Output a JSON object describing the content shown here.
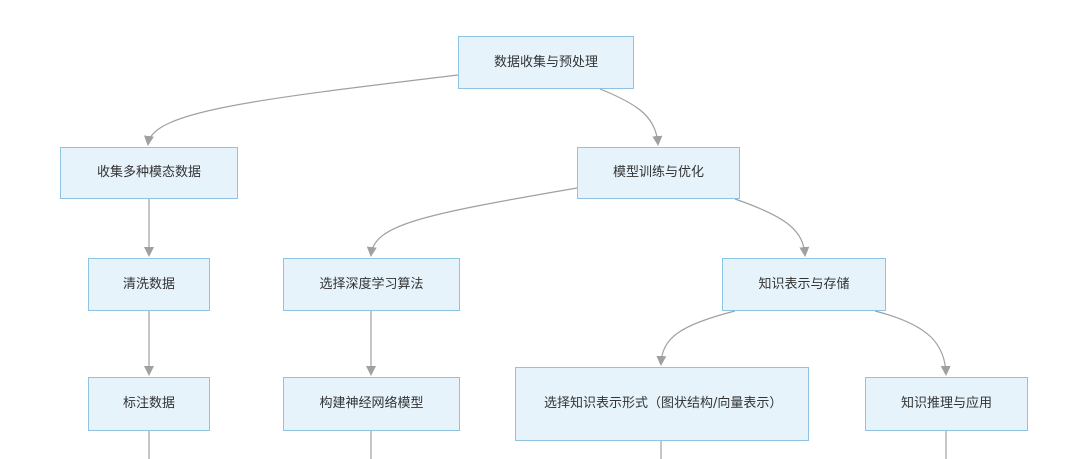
{
  "diagram": {
    "nodes": {
      "root": "数据收集与预处理",
      "collect": "收集多种模态数据",
      "train": "模型训练与优化",
      "clean": "清洗数据",
      "algo": "选择深度学习算法",
      "repr": "知识表示与存储",
      "label": "标注数据",
      "build": "构建神经网络模型",
      "form": "选择知识表示形式（图状结构/向量表示）",
      "infer": "知识推理与应用"
    },
    "edges": [
      {
        "from": "root",
        "to": "collect"
      },
      {
        "from": "root",
        "to": "train"
      },
      {
        "from": "collect",
        "to": "clean"
      },
      {
        "from": "clean",
        "to": "label"
      },
      {
        "from": "train",
        "to": "algo"
      },
      {
        "from": "train",
        "to": "repr"
      },
      {
        "from": "algo",
        "to": "build"
      },
      {
        "from": "repr",
        "to": "form"
      },
      {
        "from": "repr",
        "to": "infer"
      },
      {
        "from": "label",
        "to": "offscreen"
      },
      {
        "from": "build",
        "to": "offscreen"
      },
      {
        "from": "form",
        "to": "offscreen"
      },
      {
        "from": "infer",
        "to": "offscreen"
      }
    ],
    "colors": {
      "node_fill": "#e6f3fb",
      "node_border": "#8ec3e2",
      "edge": "#a0a0a0",
      "text": "#333333"
    }
  }
}
